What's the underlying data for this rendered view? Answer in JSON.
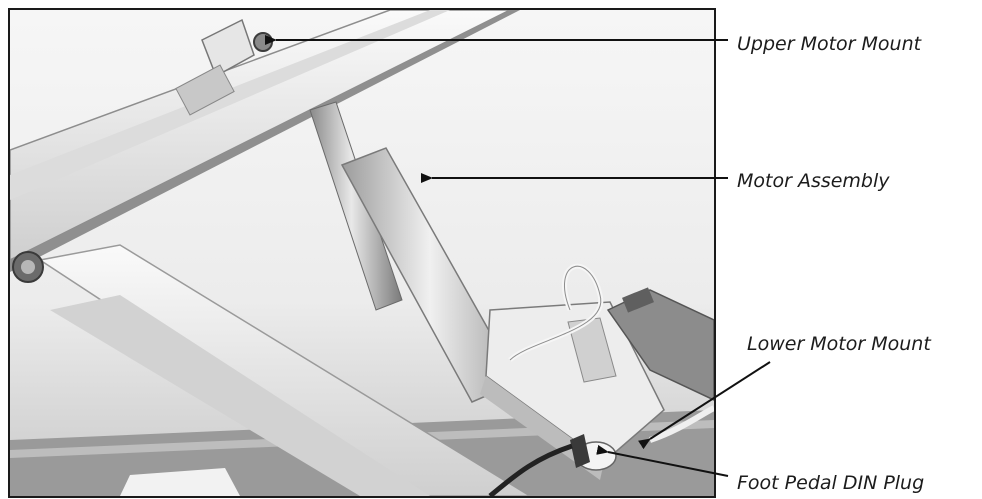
{
  "callouts": {
    "upper_motor_mount": "Upper Motor Mount",
    "motor_assembly": "Motor Assembly",
    "lower_motor_mount": "Lower Motor Mount",
    "foot_pedal_din_plug": "Foot Pedal DIN Plug"
  },
  "colors": {
    "frame_border": "#1a1a1a",
    "leader_line": "#111111",
    "label_text": "#1c1c1c"
  }
}
